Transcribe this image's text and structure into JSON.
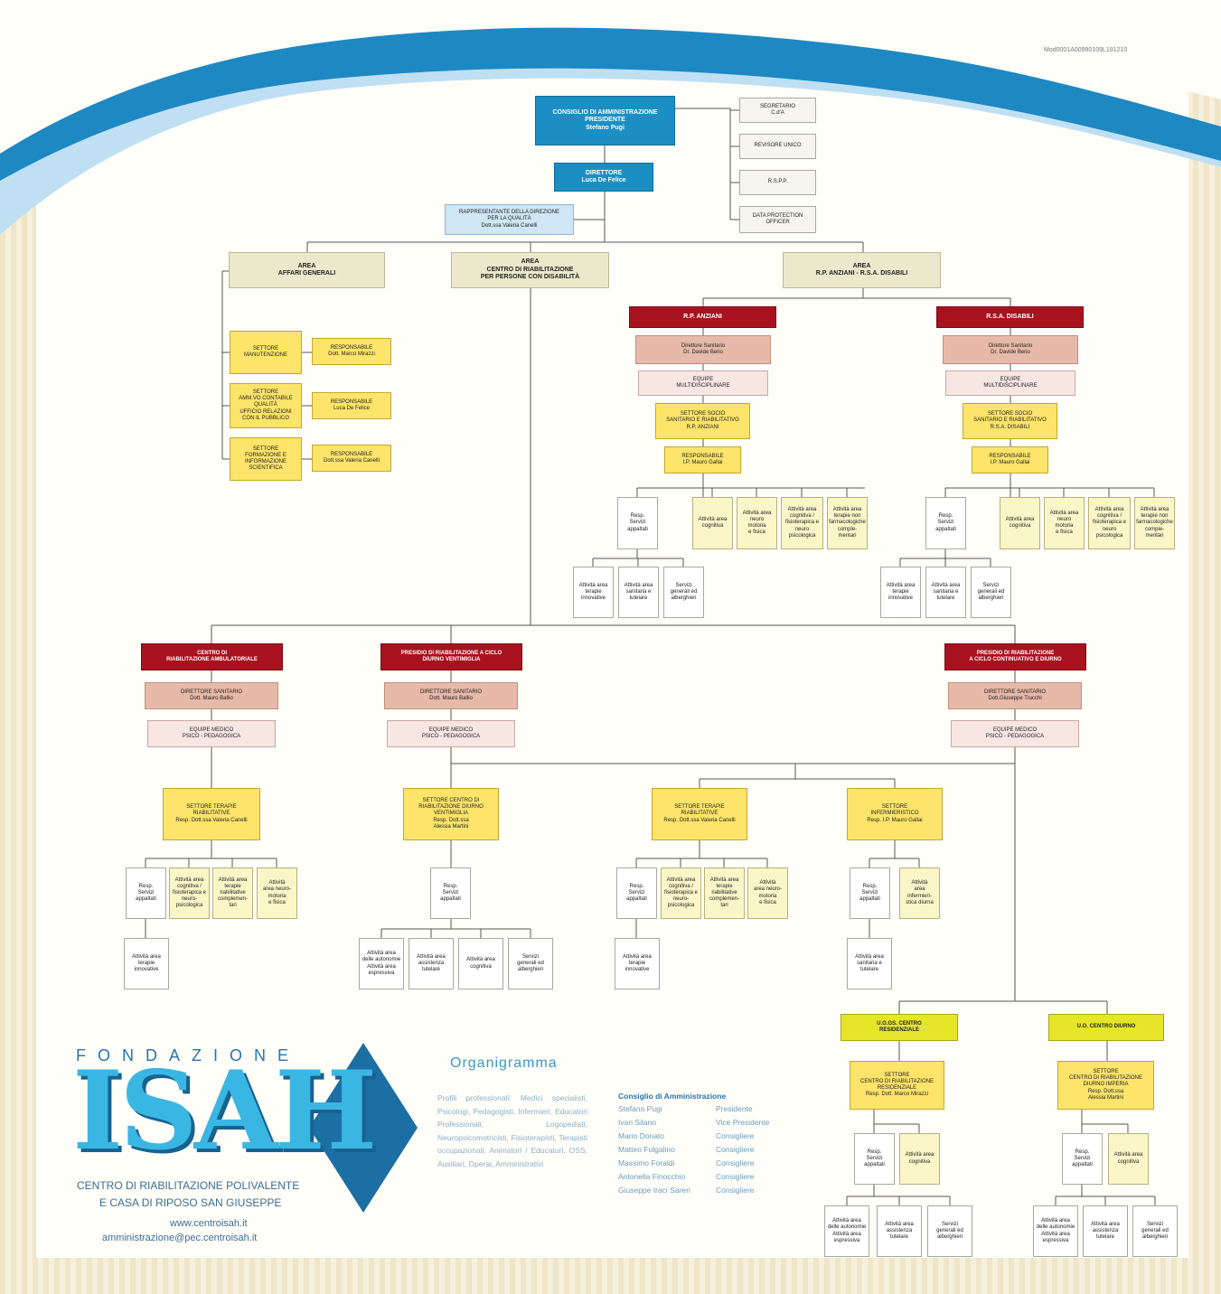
{
  "doc_code": "Mod0001A00990109L191210",
  "org": {
    "cda": "CONSIGLIO DI AMMINISTRAZIONE\nPRESIDENTE\nStefano Pugi",
    "direttore": "DIRETTORE\nLuca De Felice",
    "rdq": "RAPPRESENTANTE DELLA DIREZIONE\nPER LA QUALITÀ\nDott.ssa Valeria Canelli",
    "segretario": "SEGRETARIO\nC.d'A",
    "revisore": "REVISORE UNICO",
    "rspp": "R.S.P.P.",
    "dpo": "DATA PROTECTION\nOFFICER",
    "area_affari": "AREA\nAFFARI GENERALI",
    "area_centro": "AREA\nCENTRO DI RIABILITAZIONE\nPER PERSONE CON DISABILITÀ",
    "area_rp": "AREA\nR.P. ANZIANI - R.S.A. DISABILI",
    "settore_manut": "SETTORE\nMANUTENZIONE",
    "resp_manut": "RESPONSABILE\nDott. Marco Mirazzi",
    "settore_amm": "SETTORE\nAMM.VO CONTABILE\nQUALITÀ\nUFFICIO RELAZIONI\nCON IL PUBBLICO",
    "resp_amm": "RESPONSABILE\nLuca De Felice",
    "settore_form": "SETTORE\nFORMAZIONE E\nINFORMAZIONE\nSCIENTIFICA",
    "resp_form": "RESPONSABILE\nDott.ssa Valeria Canelli",
    "rp_anziani": "R.P. ANZIANI",
    "rsa_disabili": "R.S.A. DISABILI",
    "dir_san_rp": "Direttore Sanitario\nDr. Davide Berio",
    "dir_san_rsa": "Direttore Sanitario\nDr. Davide Berio",
    "equipe_rp": "EQUIPE\nMULTIDISCIPLINARE",
    "equipe_rsa": "EQUIPE\nMULTIDISCIPLINARE",
    "sett_rp": "SETTORE SOCIO\nSANITARIO E RIABILITATIVO\nR.P. ANZIANI",
    "sett_rsa": "SETTORE SOCIO\nSANITARIO E RIABILITATIVO\nR.S.A. DISABILI",
    "resp_rp": "RESPONSABILE\nI.P. Mauro Gallai",
    "resp_rsa": "RESPONSABILE\nI.P. Mauro Gallai",
    "resp_serv": "Resp.\nServizi\nappaltati",
    "att_cogn": "Attività area\ncognitiva",
    "att_neuro": "Attività area\nneuro\nmotoria\ne fisica",
    "att_cogn_fis": "Attività area\ncognitiva /\nfisioterapica e\nneuro\npsicologica",
    "att_terapie_non": "Attività area\nterapie non\nfarmacologiche\ncomple-\nmentari",
    "att_innov": "Attività area\nterapie\ninnovative",
    "att_sanit": "Attività area\nsanitaria e\ntutelare",
    "serv_gen": "Servizi\ngenerali ed\nalberghieri",
    "centro_ambul": "CENTRO DI\nRIABILITAZIONE AMBULATORIALE",
    "presidio_vent": "PRESIDIO DI RIABILITAZIONE A CICLO\nDIURNO VENTIMIGLIA",
    "presidio_cont": "PRESIDIO DI RIABILITAZIONE\nA CICLO CONTINUATIVO E DIURNO",
    "dir_san_ambul": "DIRETTORE SANITARIO\nDott. Mauro Ballio",
    "dir_san_vent": "DIRETTORE SANITARIO\nDott. Mauro Ballio",
    "dir_san_cont": "DIRETTORE SANITARIO\nDott.Giuseppe Trucchi",
    "equipe_medico": "EQUIPE MEDICO\nPSICO - PEDAGOGICA",
    "sett_ter_amb": "SETTORE TERAPIE\nRIABILITATIVE\nResp. Dott.ssa Valeria Canelli",
    "sett_centro_vent": "SETTORE CENTRO DI\nRIABILITAZIONE DIURNO\nVENTIMIGLIA\nResp. Dott.ssa\nAlessia Martini",
    "sett_ter_cont": "SETTORE TERAPIE\nRIABILITATIVE\nResp. Dott.ssa Valeria Canelli",
    "sett_inferm": "SETTORE\nINFERMIERISTICO\nResp. I.P. Mauro Gallai",
    "att_cogn_neuro": "Attività area\ncognitiva /\nfisioterapica e\nneuro-\npsicologica",
    "att_ter_riab": "Attività area\nterapie\nriabilitative\ncomplemen-\ntari",
    "att_neuro2": "Attività\narea neuro-\nmotoria\ne fisica",
    "att_auton": "Attività area\ndelle autonomie\nAttività area\nespressiva",
    "att_assist": "Attività area\nassistenza\ntutelare",
    "att_inferm": "Attività\narea\ninfermieri-\nstica diurna",
    "att_sanit2": "Attività area\nsanitaria e\ntutelare",
    "uo_resid": "U.O.GS. CENTRO\nRESIDENZIALE",
    "uo_diurno": "U.O. CENTRO DIURNO",
    "sett_resid": "SETTORE\nCENTRO DI RIABILITAZIONE\nRESIDENZIALE\nResp. Dott. Marco Mirazzi",
    "sett_diurno": "SETTORE\nCENTRO DI RIABILITAZIONE\nDIURNO IMPERIA\nResp. Dott.ssa\nAlessia Martini"
  },
  "footer": {
    "fondazione": "FONDAZIONE",
    "logo_text": "ISAH",
    "subtitle1": "CENTRO DI RIABILITAZIONE POLIVALENTE",
    "subtitle2": "E CASA DI RIPOSO SAN GIUSEPPE",
    "website": "www.centroisah.it",
    "email": "amministrazione@pec.centroisah.it",
    "organigramma_title": "Organigramma",
    "profili": "Profili professionali: Medici specialisti, Psicologi, Pedagogisti, Infermieri, Educatori Professionali, Logopedisti, Neuropsicomotricisti, Fisioterapisti, Terapisti occupazionali, Animatori / Educatori, OSS, Ausiliari, Operai, Amministrativi",
    "cda_title": "Consiglio di Amministrazione",
    "cda_members": [
      {
        "name": "Stefano Pugi",
        "role": "Presidente"
      },
      {
        "name": "Ivan Silano",
        "role": "Vice Presidente"
      },
      {
        "name": "Mario Donato",
        "role": "Consigliere"
      },
      {
        "name": "Matteo Fulgalino",
        "role": "Consigliere"
      },
      {
        "name": "Massimo Foraldi",
        "role": "Consigliere"
      },
      {
        "name": "Antonella Finocchio",
        "role": "Consigliere"
      },
      {
        "name": "Giuseppe Iraci Sareri",
        "role": "Consigliere"
      }
    ]
  },
  "colors": {
    "blue": "#1b8fc3",
    "red": "#a8121e",
    "yellow": "#fde46a",
    "lime": "#e6e629",
    "wave": "#1e88c2"
  }
}
